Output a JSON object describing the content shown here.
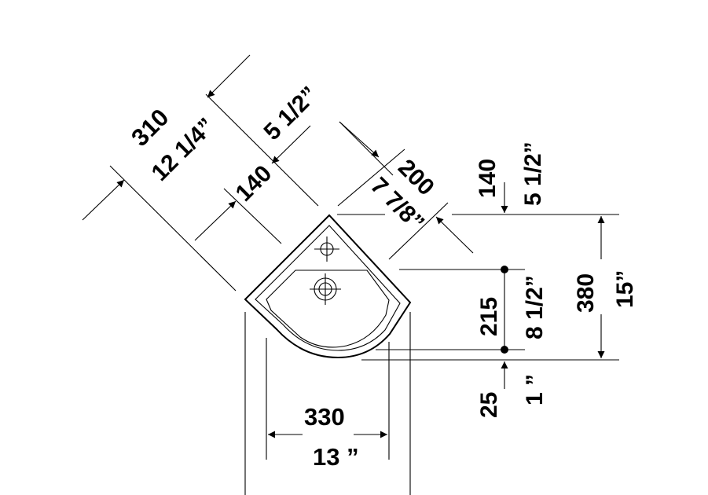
{
  "dimensions": {
    "width_mm": "310",
    "width_in": "12 1/4”",
    "bowl_mm": "140",
    "bowl_in": "5 1/2”",
    "side_mm": "200",
    "side_in": "7 7/8”",
    "tap_offset_mm": "140",
    "tap_offset_in": "5 1/2”",
    "depth_mm": "380",
    "depth_in": "15”",
    "drain_mm": "215",
    "drain_in": "8 1/2”",
    "bottom_mm": "25",
    "bottom_in": "1 ”",
    "front_mm": "330",
    "front_in": "13 ”"
  },
  "colors": {
    "line": "#000000",
    "background": "#ffffff"
  }
}
